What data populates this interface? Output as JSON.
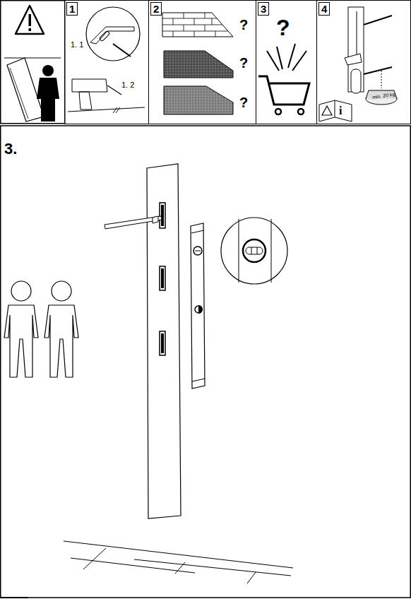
{
  "diagram": {
    "title": "3.",
    "nodes": [
      {
        "text": [
          "1",
          "1. 1",
          "1. 2"
        ]
      },
      {
        "text": [
          "2",
          "?",
          "?",
          "?"
        ]
      },
      {
        "text": [
          "3",
          "?"
        ]
      },
      {
        "text": [
          "4",
          "min. 20 kg"
        ]
      }
    ],
    "labels": [
      "i"
    ]
  }
}
